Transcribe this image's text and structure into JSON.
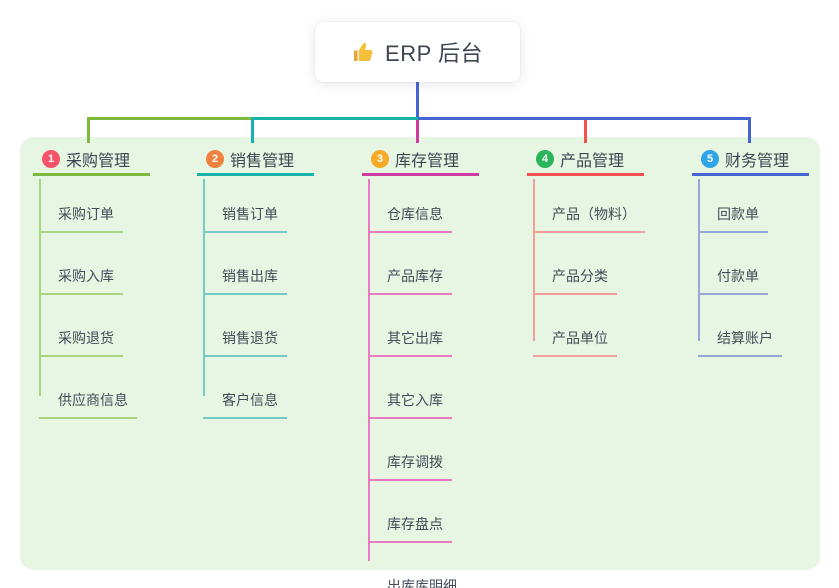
{
  "root": {
    "icon": "thumbs-up",
    "title": "ERP 后台",
    "line_color": "#4565d3"
  },
  "panel": {
    "background": "#e7f6e2"
  },
  "branches": [
    {
      "index": "1",
      "label": "采购管理",
      "badge_color": "#f4536a",
      "color": "#7cb93f",
      "light_color": "#abd47f",
      "items": [
        "采购订单",
        "采购入库",
        "采购退货",
        "供应商信息"
      ]
    },
    {
      "index": "2",
      "label": "销售管理",
      "badge_color": "#f0813f",
      "color": "#16b3aa",
      "light_color": "#74cbc4",
      "items": [
        "销售订单",
        "销售出库",
        "销售退货",
        "客户信息"
      ]
    },
    {
      "index": "3",
      "label": "库存管理",
      "badge_color": "#f7a927",
      "color": "#cf3ba0",
      "light_color": "#ea79c3",
      "items": [
        "仓库信息",
        "产品库存",
        "其它出库",
        "其它入库",
        "库存调拨",
        "库存盘点",
        "出库库明细"
      ]
    },
    {
      "index": "4",
      "label": "产品管理",
      "badge_color": "#2cb45c",
      "color": "#f4504d",
      "light_color": "#f59b99",
      "items": [
        "产品（物料）",
        "产品分类",
        "产品单位"
      ]
    },
    {
      "index": "5",
      "label": "财务管理",
      "badge_color": "#31a4e6",
      "color": "#4565d3",
      "light_color": "#97a7d8",
      "items": [
        "回款单",
        "付款单",
        "结算账户"
      ]
    }
  ]
}
